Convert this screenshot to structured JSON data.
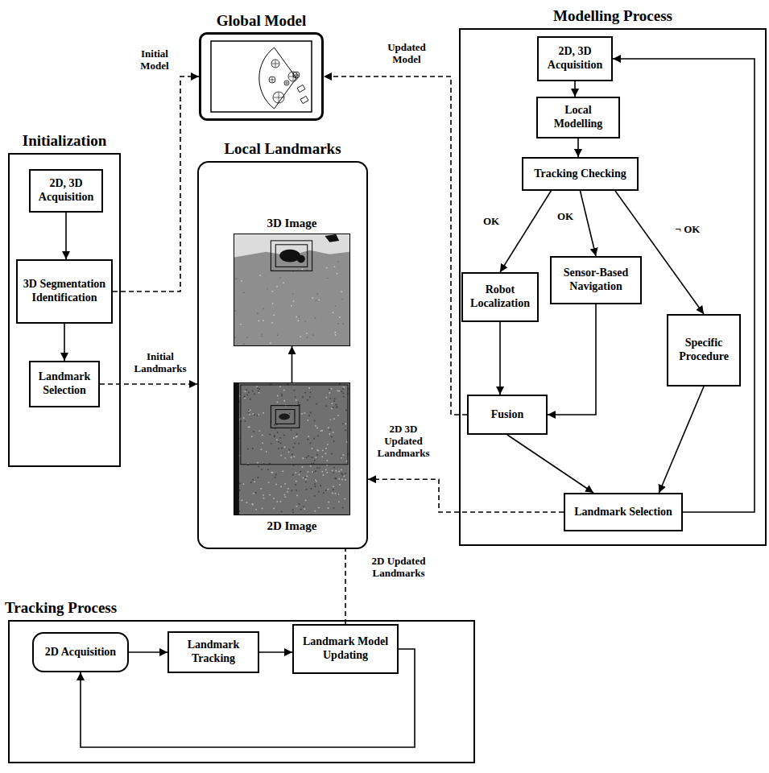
{
  "diagram": {
    "nodes": [
      {
        "text": [
          "Initialization"
        ]
      },
      {
        "text": [
          "2D, 3D Acquisition"
        ],
        "in": 0
      },
      {
        "text": [
          "3D Segmentation Identification"
        ],
        "in": 0
      },
      {
        "text": [
          "Landmark Selection"
        ],
        "in": 0
      },
      {
        "text": [
          "Global Model"
        ]
      },
      {
        "text": [
          "Local Landmarks"
        ]
      },
      {
        "text": [
          "3D Image"
        ],
        "in": 5
      },
      {
        "text": [
          "2D Image"
        ],
        "in": 5
      },
      {
        "text": [
          "Modelling Process"
        ]
      },
      {
        "text": [
          "2D, 3D Acquisition"
        ],
        "in": 8
      },
      {
        "text": [
          "Local Modelling"
        ],
        "in": 8
      },
      {
        "text": [
          "Tracking Checking"
        ],
        "in": 8
      },
      {
        "text": [
          "Robot Localization"
        ],
        "in": 8
      },
      {
        "text": [
          "Sensor-Based Navigation"
        ],
        "in": 8
      },
      {
        "text": [
          "Specific Procedure"
        ],
        "in": 8
      },
      {
        "text": [
          "Fusion"
        ],
        "in": 8
      },
      {
        "text": [
          "Landmark Selection"
        ],
        "in": 8
      },
      {
        "text": [
          "Tracking Process"
        ]
      },
      {
        "text": [
          "2D Acquisition"
        ],
        "in": 17
      },
      {
        "text": [
          "Landmark Tracking"
        ],
        "in": 17
      },
      {
        "text": [
          "Landmark Model Updating"
        ],
        "in": 17
      }
    ],
    "edges": [
      {
        "from": 1,
        "to": 2,
        "arrow": "to"
      },
      {
        "from": 2,
        "to": 3,
        "arrow": "to"
      },
      {
        "from": 2,
        "to": 4,
        "arrow": "to",
        "label": "Initial Model"
      },
      {
        "from": 3,
        "to": 5,
        "arrow": "to",
        "label": "Initial Landmarks"
      },
      {
        "from": 7,
        "to": 6,
        "arrow": "to"
      },
      {
        "from": 9,
        "to": 10,
        "arrow": "to"
      },
      {
        "from": 10,
        "to": 11,
        "arrow": "to"
      },
      {
        "from": 11,
        "to": 12,
        "arrow": "to",
        "label": "OK"
      },
      {
        "from": 11,
        "to": 13,
        "arrow": "to",
        "label": "OK"
      },
      {
        "from": 11,
        "to": 14,
        "arrow": "to",
        "label": "¬ OK"
      },
      {
        "from": 12,
        "to": 15,
        "arrow": "to"
      },
      {
        "from": 13,
        "to": 15,
        "arrow": "to"
      },
      {
        "from": 15,
        "to": 16,
        "arrow": "to"
      },
      {
        "from": 14,
        "to": 16,
        "arrow": "to"
      },
      {
        "from": 16,
        "to": 9,
        "arrow": "to"
      },
      {
        "from": 15,
        "to": 4,
        "arrow": "to",
        "label": "Updated Model"
      },
      {
        "from": 16,
        "to": 5,
        "arrow": "to",
        "label": "2D 3D Updated Landmarks"
      },
      {
        "from": 20,
        "to": 5,
        "arrow": "none",
        "label": "2D Updated Landmarks"
      },
      {
        "from": 18,
        "to": 19,
        "arrow": "to"
      },
      {
        "from": 19,
        "to": 20,
        "arrow": "to"
      },
      {
        "from": 20,
        "to": 18,
        "arrow": "to"
      }
    ]
  }
}
